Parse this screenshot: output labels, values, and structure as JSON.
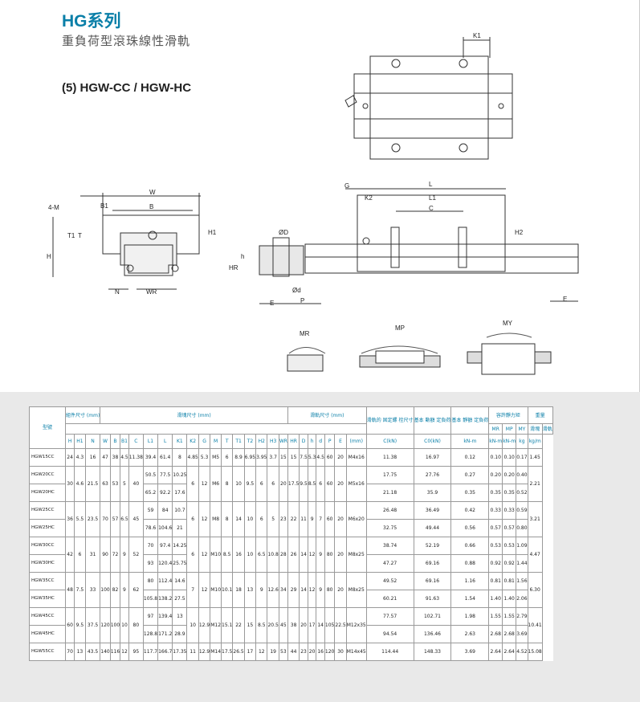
{
  "header": {
    "title": "HG系列",
    "subtitle": "重負荷型滾珠線性滑軌",
    "section": "(5) HGW-CC / HGW-HC"
  },
  "labels": {
    "k1": "K1",
    "w": "W",
    "b": "B",
    "b1": "B1",
    "four_m": "4-M",
    "t1": "T1",
    "t": "T",
    "h1": "H1",
    "h": "H",
    "n": "N",
    "wr": "WR",
    "od": "ØD",
    "od_small": "Ød",
    "hr": "HR",
    "hsmall": "h",
    "e": "E",
    "p": "P",
    "g": "G",
    "l": "L",
    "l1": "L1",
    "k2": "K2",
    "c": "C",
    "h2": "H2",
    "mr": "MR",
    "mp": "MP",
    "my": "MY"
  },
  "table": {
    "head": {
      "model": "型號",
      "assembly": "組件尺寸 (mm)",
      "block": "滑塊尺寸 (mm)",
      "rail": "滑軌尺寸 (mm)",
      "bolt": "滑軌的 固定螺 栓尺寸",
      "dyn": "基本 動額 定負荷",
      "stat": "基本 靜額 定負荷",
      "moment": "容許靜力矩",
      "weight": "重量",
      "mr": "MR",
      "mp": "MP",
      "my": "MY",
      "wblock": "滑塊",
      "wrail": "滑軌",
      "cols": [
        "H",
        "H1",
        "N",
        "W",
        "B",
        "B1",
        "C",
        "L1",
        "L",
        "K1",
        "K2",
        "G",
        "M",
        "T",
        "T1",
        "T2",
        "H2",
        "H3",
        "WR",
        "HR",
        "D",
        "h",
        "d",
        "P",
        "E",
        "(mm)",
        "C(kN)",
        "C0(kN)",
        "kN-m",
        "kN-m",
        "kN-m",
        "kg",
        "kg/m"
      ]
    },
    "rows": [
      {
        "model": "HGW15CC",
        "H": "24",
        "H1": "4.3",
        "N": "16",
        "W": "47",
        "B": "38",
        "B1": "4.5",
        "C": "11.38",
        "L1": "39.4",
        "L": "61.4",
        "K1": "8",
        "K2": "4.85",
        "G": "5.3",
        "M": "M5",
        "T": "6",
        "T1": "8.9",
        "T2": "6.95",
        "H2": "3.95",
        "H3": "3.7",
        "WR": "15",
        "HR": "15",
        "D": "7.5",
        "h": "5.3",
        "d": "4.5",
        "P": "60",
        "E": "20",
        "bolt": "M4x16",
        "C0": "16.97",
        "MR": "0.12",
        "MP": "0.10",
        "MY": "0.10",
        "wb": "0.17",
        "wr": "1.45"
      },
      {
        "model": "HGW20CC",
        "C2": "",
        "L1": "50.5",
        "L": "77.5",
        "K1": "10.25",
        "dyn": "17.75",
        "stat": "27.76",
        "MR": "0.27",
        "MP": "0.20",
        "MY": "0.20",
        "wb": "0.40"
      },
      {
        "model": "HGW20HC",
        "L1": "65.2",
        "L": "92.2",
        "K1": "17.6",
        "dyn": "21.18",
        "stat": "35.9",
        "MR": "0.35",
        "MP": "0.35",
        "MY": "0.35",
        "wb": "0.52"
      },
      {
        "model": "HGW25CC",
        "L1": "59",
        "L": "84",
        "K1": "10.7",
        "dyn": "26.48",
        "stat": "36.49",
        "MR": "0.42",
        "MP": "0.33",
        "MY": "0.33",
        "wb": "0.59"
      },
      {
        "model": "HGW25HC",
        "L1": "78.6",
        "L": "104.6",
        "K1": "21",
        "dyn": "32.75",
        "stat": "49.44",
        "MR": "0.56",
        "MP": "0.57",
        "MY": "0.57",
        "wb": "0.80"
      },
      {
        "model": "HGW30CC",
        "L1": "70",
        "L": "97.4",
        "K1": "14.25",
        "dyn": "38.74",
        "stat": "52.19",
        "MR": "0.66",
        "MP": "0.53",
        "MY": "0.53",
        "wb": "1.09"
      },
      {
        "model": "HGW30HC",
        "L1": "93",
        "L": "120.4",
        "K1": "25.75",
        "dyn": "47.27",
        "stat": "69.16",
        "MR": "0.88",
        "MP": "0.92",
        "MY": "0.92",
        "wb": "1.44"
      },
      {
        "model": "HGW35CC",
        "L1": "80",
        "L": "112.4",
        "K1": "14.6",
        "dyn": "49.52",
        "stat": "69.16",
        "MR": "1.16",
        "MP": "0.81",
        "MY": "0.81",
        "wb": "1.56"
      },
      {
        "model": "HGW35HC",
        "L1": "105.8",
        "L": "138.2",
        "K1": "27.5",
        "dyn": "60.21",
        "stat": "91.63",
        "MR": "1.54",
        "MP": "1.40",
        "MY": "1.40",
        "wb": "2.06"
      },
      {
        "model": "HGW45CC",
        "L1": "97",
        "L": "139.4",
        "K1": "13",
        "dyn": "77.57",
        "stat": "102.71",
        "MR": "1.98",
        "MP": "1.55",
        "MY": "1.55",
        "wb": "2.79"
      },
      {
        "model": "HGW45HC",
        "L1": "128.8",
        "L": "171.2",
        "K1": "28.9",
        "dyn": "94.54",
        "stat": "136.46",
        "MR": "2.63",
        "MP": "2.68",
        "MY": "2.68",
        "wb": "3.69"
      },
      {
        "model": "HGW55CC",
        "L1": "117.7",
        "L": "166.7",
        "K1": "17.35",
        "dyn": "114.44",
        "stat": "148.33",
        "MR": "3.69",
        "MP": "2.64",
        "MY": "2.64",
        "wb": "4.52"
      }
    ],
    "groups": [
      {
        "H": "30",
        "H1": "4.6",
        "N": "21.5",
        "W": "63",
        "B": "53",
        "B1": "5",
        "C": "40",
        "K2": "6",
        "G": "12",
        "M": "M6",
        "T": "8",
        "T1": "10",
        "T2": "9.5",
        "H2": "6",
        "H3": "6",
        "WR": "20",
        "HR": "17.5",
        "D": "9.5",
        "h": "8.5",
        "d": "6",
        "P": "60",
        "E": "20",
        "bolt": "M5x16",
        "wrail": "2.21"
      },
      {
        "H": "36",
        "H1": "5.5",
        "N": "23.5",
        "W": "70",
        "B": "57",
        "B1": "6.5",
        "C": "45",
        "K2": "6",
        "G": "12",
        "M": "M8",
        "T": "8",
        "T1": "14",
        "T2": "10",
        "H2": "6",
        "H3": "5",
        "WR": "23",
        "HR": "22",
        "D": "11",
        "h": "9",
        "d": "7",
        "P": "60",
        "E": "20",
        "bolt": "M6x20",
        "wrail": "3.21"
      },
      {
        "H": "42",
        "H1": "6",
        "N": "31",
        "W": "90",
        "B": "72",
        "B1": "9",
        "C": "52",
        "K2": "6",
        "G": "12",
        "M": "M10",
        "T": "8.5",
        "T1": "16",
        "T2": "10",
        "H2": "6.5",
        "H3": "10.8",
        "WR": "28",
        "HR": "26",
        "D": "14",
        "h": "12",
        "d": "9",
        "P": "80",
        "E": "20",
        "bolt": "M8x25",
        "wrail": "4.47"
      },
      {
        "H": "48",
        "H1": "7.5",
        "N": "33",
        "W": "100",
        "B": "82",
        "B1": "9",
        "C": "62",
        "K2": "7",
        "G": "12",
        "M": "M10",
        "T": "10.1",
        "T1": "18",
        "T2": "13",
        "H2": "9",
        "H3": "12.6",
        "WR": "34",
        "HR": "29",
        "D": "14",
        "h": "12",
        "d": "9",
        "P": "80",
        "E": "20",
        "bolt": "M8x25",
        "wrail": "6.30"
      },
      {
        "H": "60",
        "H1": "9.5",
        "N": "37.5",
        "W": "120",
        "B": "100",
        "B1": "10",
        "C": "80",
        "K2": "10",
        "G": "12.9",
        "M": "M12",
        "T": "15.1",
        "T1": "22",
        "T2": "15",
        "H2": "8.5",
        "H3": "20.5",
        "WR": "45",
        "HR": "38",
        "D": "20",
        "h": "17",
        "d": "14",
        "P": "105",
        "E": "22.5",
        "bolt": "M12x35",
        "wrail": "10.41"
      },
      {
        "H": "70",
        "H1": "13",
        "N": "43.5",
        "W": "140",
        "B": "116",
        "B1": "12",
        "C": "95",
        "K2": "11",
        "G": "12.9",
        "M": "M14",
        "T": "17.5",
        "T1": "26.5",
        "T2": "17",
        "H2": "12",
        "H3": "19",
        "WR": "53",
        "HR": "44",
        "D": "23",
        "h": "20",
        "d": "16",
        "P": "120",
        "E": "30",
        "bolt": "M14x45",
        "wrail": "15.08"
      }
    ]
  }
}
